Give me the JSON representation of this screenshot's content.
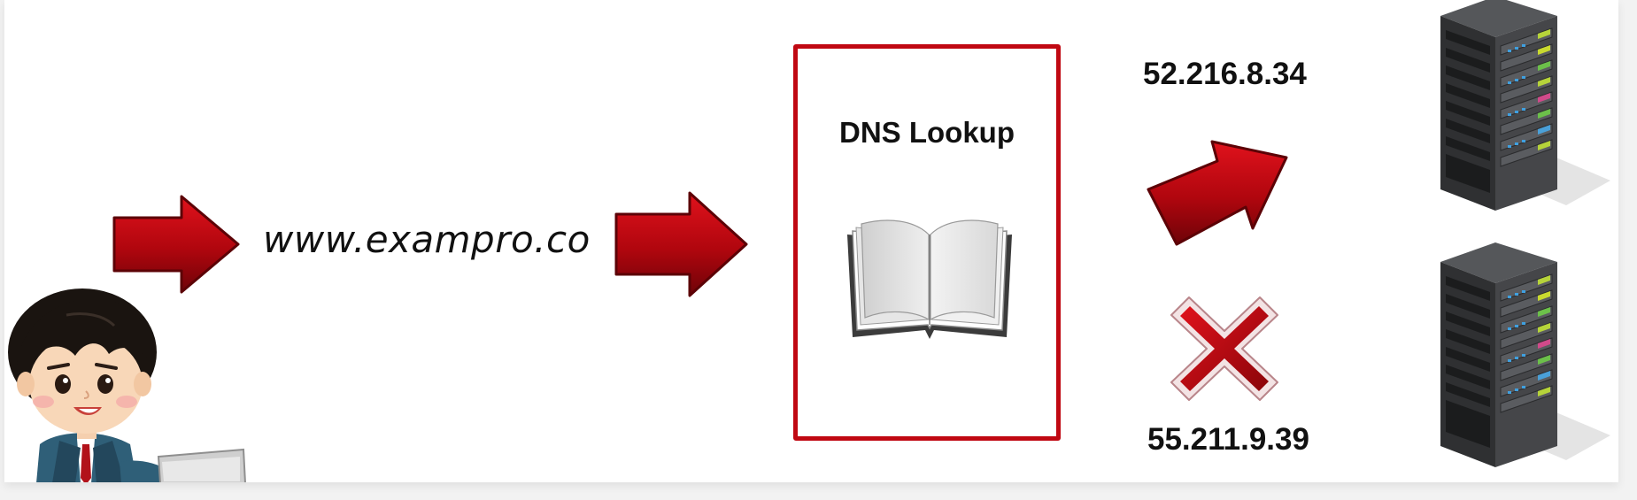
{
  "url_text": "www.exampro.co",
  "dns_box": {
    "title": "DNS Lookup"
  },
  "ip_resolved": "52.216.8.34",
  "ip_rejected": "55.211.9.39",
  "colors": {
    "accent_red": "#c00812",
    "dark_red": "#7a0a0e",
    "server_body": "#3a3b3d"
  },
  "icons": {
    "user": "user-at-laptop-icon",
    "book": "open-book-icon",
    "server": "server-rack-icon",
    "reject": "red-x-icon"
  }
}
